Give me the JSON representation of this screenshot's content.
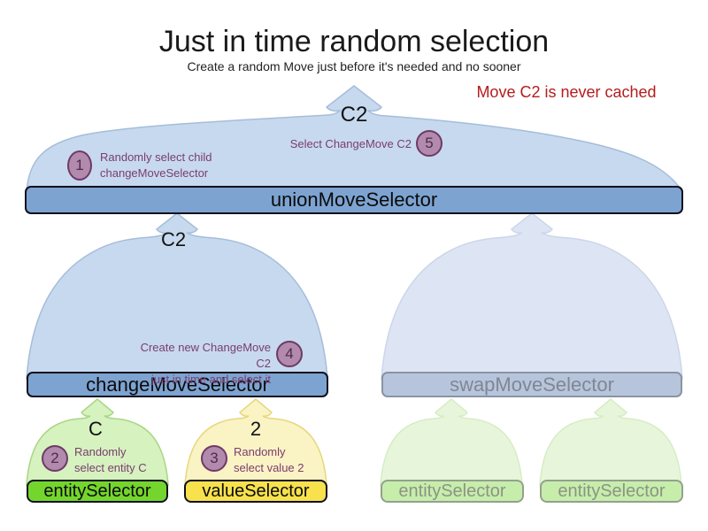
{
  "header": {
    "title": "Just in time random selection",
    "subtitle": "Create a random Move just before it's needed and no sooner"
  },
  "note": {
    "text": "Move C2 is never cached"
  },
  "moves": {
    "union_output": "C2",
    "change_output": "C2",
    "entity_output": "C",
    "value_output": "2"
  },
  "selectors": {
    "union": {
      "label": "unionMoveSelector"
    },
    "change": {
      "label": "changeMoveSelector"
    },
    "swap": {
      "label": "swapMoveSelector"
    },
    "entity": {
      "label": "entitySelector"
    },
    "value": {
      "label": "valueSelector"
    },
    "entity_faded_1": {
      "label": "entitySelector"
    },
    "entity_faded_2": {
      "label": "entitySelector"
    }
  },
  "steps": [
    {
      "n": "1",
      "lines": [
        "Randomly select child",
        "changeMoveSelector"
      ]
    },
    {
      "n": "2",
      "lines": [
        "Randomly",
        "select entity C"
      ]
    },
    {
      "n": "3",
      "lines": [
        "Randomly",
        "select value 2"
      ]
    },
    {
      "n": "4",
      "lines": [
        "Create new ChangeMove C2",
        "just in time and select it"
      ]
    },
    {
      "n": "5",
      "lines": [
        "Select ChangeMove C2"
      ]
    }
  ],
  "colors": {
    "note_red": "#b51c1c",
    "arch_blue": "#c7d9ee",
    "arch_blue_border": "#a5bdd9",
    "bar_blue": "#7da3d1",
    "bar_blue_border": "#10101e",
    "arch_blue_faded": "#dde5f4",
    "arch_blue_faded_border": "#ccd6e9",
    "bar_blue_faded": "#b7c5dc",
    "bar_blue_faded_border": "#8a93a3",
    "text_faded_blue": "#7e8793",
    "arch_green": "#d6f2bf",
    "arch_green_border": "#a9d686",
    "bar_green": "#74d62c",
    "arch_yellow": "#faf3c4",
    "arch_yellow_border": "#e7d77c",
    "bar_yellow": "#f7e14d",
    "arch_green_faded": "#e7f6da",
    "arch_green_faded_border": "#d7ecc6",
    "bar_green_faded": "#c7edab",
    "bar_green_faded_border": "#93a18c",
    "text_faded_green": "#8b9486",
    "annotation_purple": "#7a3d71",
    "badge_fill": "#b28aad",
    "badge_border": "#6e3a66",
    "badge_text": "#4f2a4c",
    "dark_text": "#111111"
  }
}
